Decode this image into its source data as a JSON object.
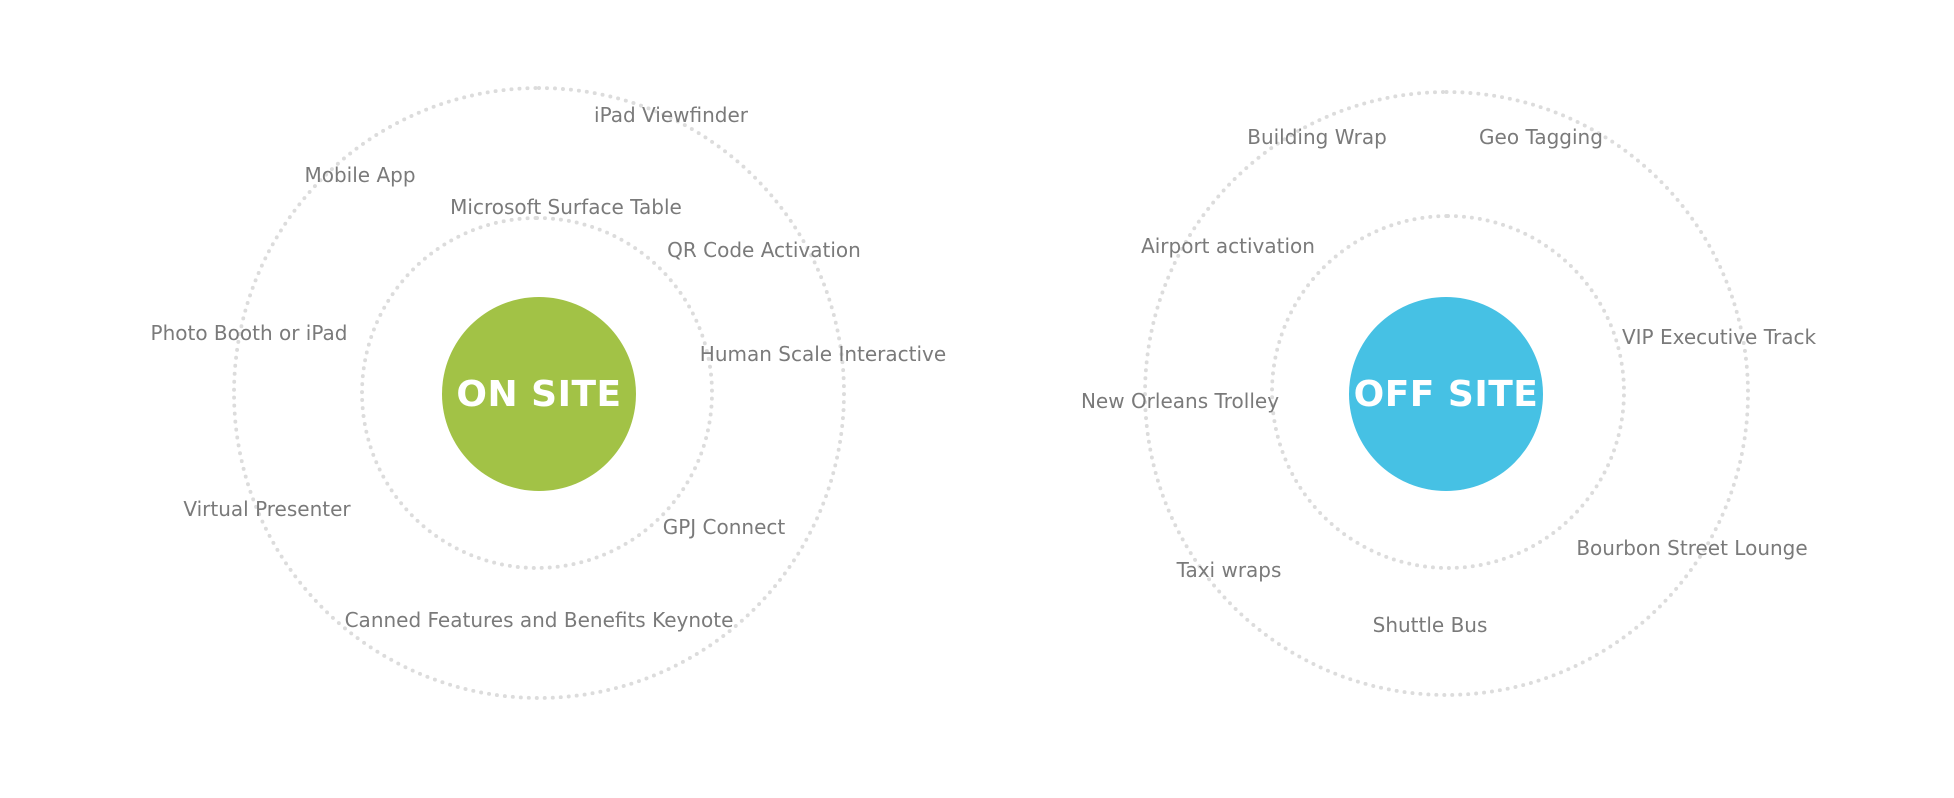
{
  "onsite": {
    "title": "ON SITE",
    "color": "#a2c246",
    "labels": [
      "iPad Viewfinder",
      "Mobile App",
      "Microsoft Surface Table",
      "QR Code Activation",
      "Photo Booth or iPad",
      "Human Scale Interactive",
      "Virtual Presenter",
      "GPJ Connect",
      "Canned Features and Benefits Keynote"
    ]
  },
  "offsite": {
    "title": "OFF SITE",
    "color": "#46c1e4",
    "labels": [
      "Building Wrap",
      "Geo Tagging",
      "Airport activation",
      "VIP Executive Track",
      "New Orleans Trolley",
      "Bourbon Street Lounge",
      "Taxi wraps",
      "Shuttle Bus"
    ]
  },
  "ring_color": "#dcdcdc",
  "label_color": "#7a7a7a"
}
